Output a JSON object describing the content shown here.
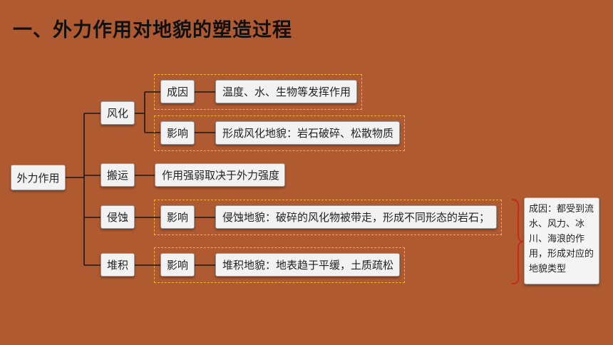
{
  "title": "一、外力作用对地貌的塑造过程",
  "root": "外力作用",
  "branches": {
    "weathering": "风化",
    "transport": "搬运",
    "erosion": "侵蚀",
    "deposition": "堆积"
  },
  "nodes": {
    "cause": "成因",
    "effect": "影响"
  },
  "details": {
    "weathering_cause": "温度、水、生物等发挥作用",
    "weathering_effect": "形成风化地貌：岩石破碎、松散物质",
    "transport": "作用强弱取决于外力强度",
    "erosion_effect": "侵蚀地貌：破碎的风化物被带走，形成不同形态的岩石；",
    "deposition_effect": "堆积地貌：地表趋于平缓，土质疏松"
  },
  "note": "成因：都受到流水、风力、冰川、海浪的作用，形成对应的地貌类型",
  "colors": {
    "background": "#B05A31",
    "dash_border": "#F2B233",
    "connector": "#1a1a1a",
    "brace": "#C8281E"
  }
}
